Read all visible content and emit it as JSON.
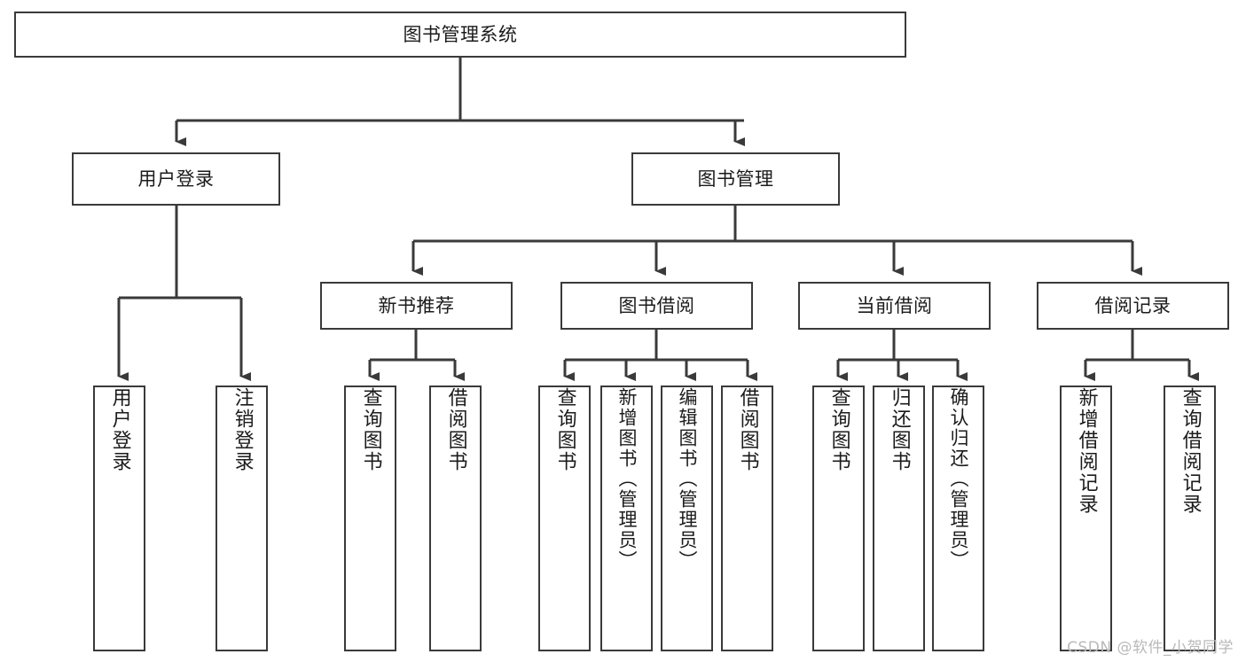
{
  "diagram": {
    "title": "图书管理系统",
    "type": "hierarchy-tree",
    "watermark": "CSDN @软件_小贺同学",
    "colors": {
      "stroke": "#3a3a3a",
      "text": "#1b1b1b",
      "background": "#ffffff",
      "watermark": "#b9b9b9"
    },
    "levels": {
      "root": {
        "label": "图书管理系统"
      },
      "level2": [
        {
          "label": "用户登录"
        },
        {
          "label": "图书管理"
        }
      ],
      "level3": [
        {
          "label": "新书推荐"
        },
        {
          "label": "图书借阅"
        },
        {
          "label": "当前借阅"
        },
        {
          "label": "借阅记录"
        }
      ],
      "leaves": [
        {
          "label": "用户登录",
          "parent": "用户登录"
        },
        {
          "label": "注销登录",
          "parent": "用户登录"
        },
        {
          "label": "查询图书",
          "parent": "新书推荐"
        },
        {
          "label": "借阅图书",
          "parent": "新书推荐"
        },
        {
          "label": "查询图书",
          "parent": "图书借阅"
        },
        {
          "label": "新增图书（管理员）",
          "parent": "图书借阅"
        },
        {
          "label": "编辑图书（管理员）",
          "parent": "图书借阅"
        },
        {
          "label": "借阅图书",
          "parent": "图书借阅"
        },
        {
          "label": "查询图书",
          "parent": "当前借阅"
        },
        {
          "label": "归还图书",
          "parent": "当前借阅"
        },
        {
          "label": "确认归还（管理员）",
          "parent": "当前借阅"
        },
        {
          "label": "新增借阅记录",
          "parent": "借阅记录"
        },
        {
          "label": "查询借阅记录",
          "parent": "借阅记录"
        }
      ]
    }
  }
}
